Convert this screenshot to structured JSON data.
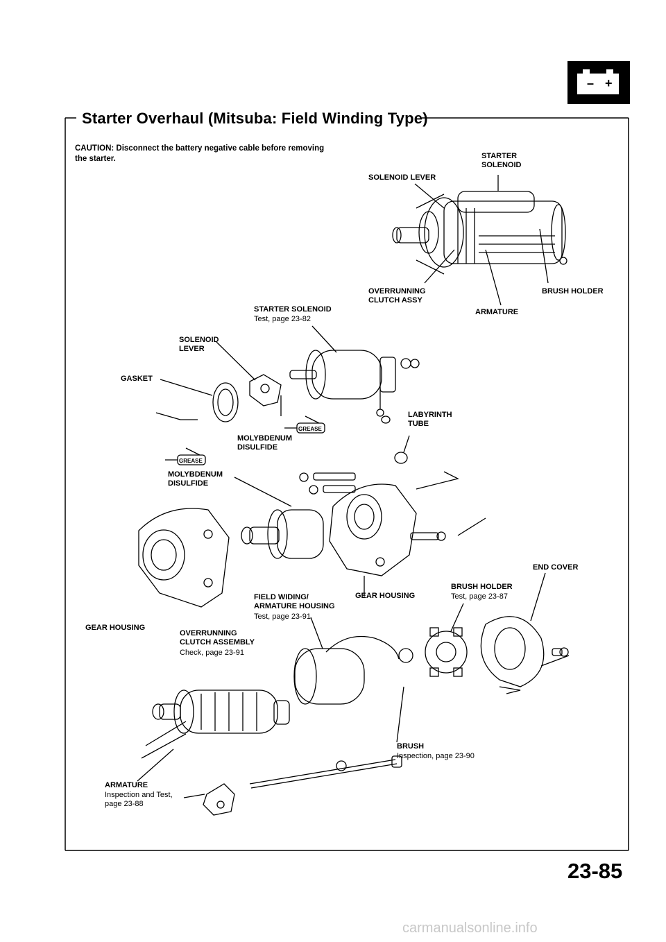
{
  "header": {
    "title": "Starter Overhaul (Mitsuba: Field Winding Type)",
    "caution": "CAUTION: Disconnect the battery negative cable before removing the starter."
  },
  "labels": {
    "solenoid_lever_top": "SOLENOID LEVER",
    "starter_solenoid_top": "STARTER\nSOLENOID",
    "overrunning_clutch_assy": "OVERRUNNING\nCLUTCH ASSY",
    "brush_holder_top": "BRUSH HOLDER",
    "armature_top": "ARMATURE",
    "starter_solenoid": "STARTER SOLENOID",
    "starter_solenoid_ref": "Test, page 23-82",
    "solenoid_lever": "SOLENOID\nLEVER",
    "gasket": "GASKET",
    "labyrinth_tube": "LABYRINTH\nTUBE",
    "grease_tag": "GREASE",
    "molybdenum_1": "MOLYBDENUM\nDISULFIDE",
    "molybdenum_2": "MOLYBDENUM\nDISULFIDE",
    "end_cover": "END COVER",
    "brush_holder": "BRUSH HOLDER",
    "brush_holder_ref": "Test, page 23-87",
    "gear_housing_right": "GEAR HOUSING",
    "field_winding": "FIELD WIDING/\nARMATURE HOUSING",
    "field_winding_ref": "Test, page 23-91",
    "gear_housing_left": "GEAR HOUSING",
    "overrunning_clutch_assembly": "OVERRUNNING\nCLUTCH ASSEMBLY",
    "overrunning_clutch_ref": "Check, page 23-91",
    "brush": "BRUSH",
    "brush_ref": "Inspection, page 23-90",
    "armature": "ARMATURE",
    "armature_ref": "Inspection and Test,\npage 23-88"
  },
  "battery_icon": {
    "minus": "–",
    "plus": "+"
  },
  "footer": {
    "page_number": "23-85",
    "watermark": "carmanualsonline.info"
  }
}
